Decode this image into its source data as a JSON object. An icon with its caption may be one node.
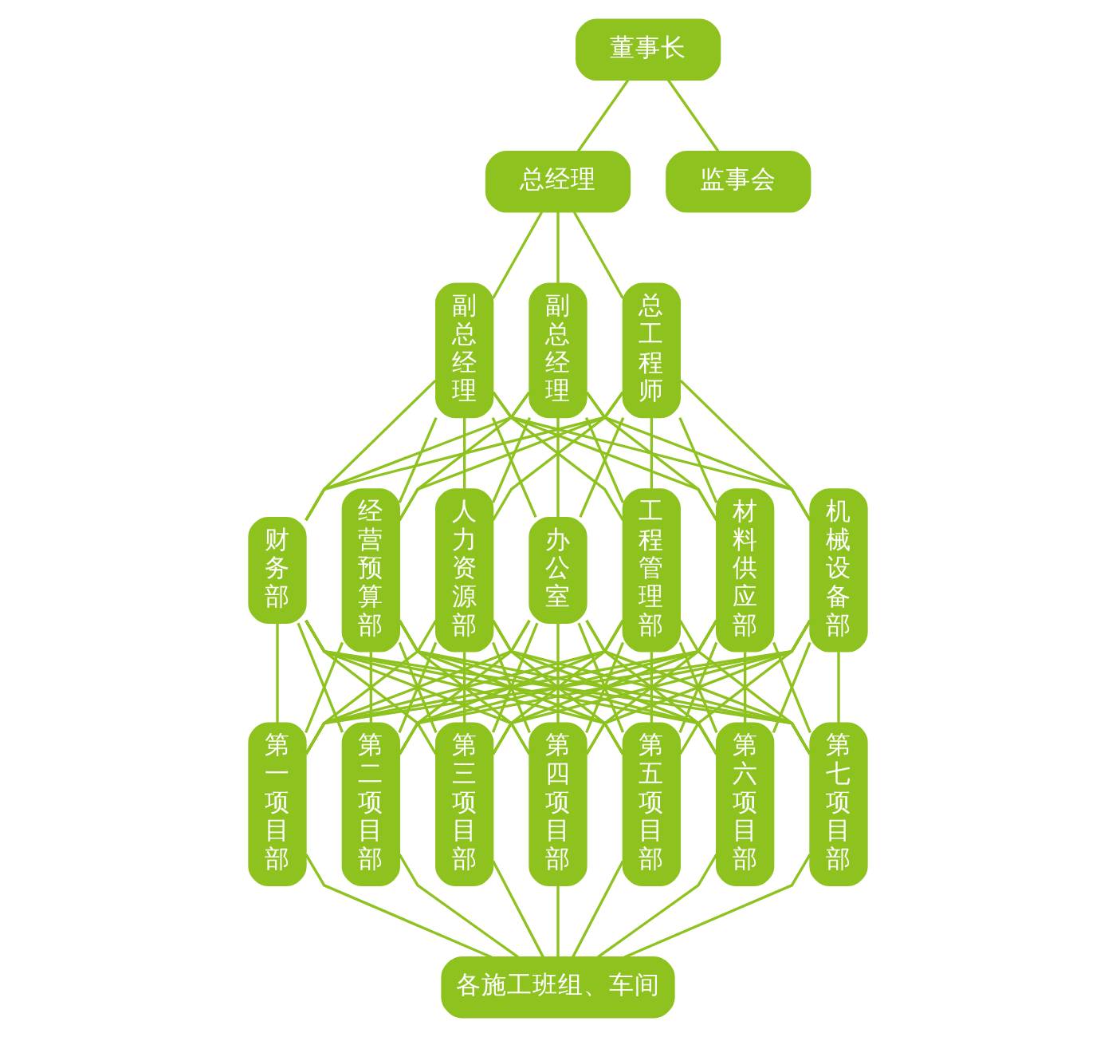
{
  "diagram": {
    "nodes": [
      {
        "text": [
          "董事长"
        ]
      },
      {
        "text": [
          "监事会"
        ]
      },
      {
        "text": [
          "总经理"
        ]
      },
      {
        "text": [
          "副总经理"
        ]
      },
      {
        "text": [
          "副总经理"
        ]
      },
      {
        "text": [
          "总工程师"
        ]
      },
      {
        "text": [
          "财务部"
        ]
      },
      {
        "text": [
          "经营预算部"
        ]
      },
      {
        "text": [
          "人力资源部"
        ]
      },
      {
        "text": [
          "办公室"
        ]
      },
      {
        "text": [
          "工程管理部"
        ]
      },
      {
        "text": [
          "材料供应部"
        ]
      },
      {
        "text": [
          "机械设备部"
        ]
      },
      {
        "text": [
          "第一项目部"
        ]
      },
      {
        "text": [
          "第二项目部"
        ]
      },
      {
        "text": [
          "第三项目部"
        ]
      },
      {
        "text": [
          "第四项目部"
        ]
      },
      {
        "text": [
          "第五项目部"
        ]
      },
      {
        "text": [
          "第六项目部"
        ]
      },
      {
        "text": [
          "第七项目部"
        ]
      },
      {
        "text": [
          "各施工班组、车间"
        ]
      }
    ],
    "edges": [
      {
        "from": 0,
        "to": 2,
        "arrow": "none"
      },
      {
        "from": 0,
        "to": 1,
        "arrow": "none"
      },
      {
        "from": 2,
        "to": 3,
        "arrow": "none"
      },
      {
        "from": 2,
        "to": 4,
        "arrow": "none"
      },
      {
        "from": 2,
        "to": 5,
        "arrow": "none"
      },
      {
        "from": 3,
        "to": 6,
        "arrow": "none"
      },
      {
        "from": 3,
        "to": 7,
        "arrow": "none"
      },
      {
        "from": 3,
        "to": 8,
        "arrow": "none"
      },
      {
        "from": 3,
        "to": 9,
        "arrow": "none"
      },
      {
        "from": 3,
        "to": 10,
        "arrow": "none"
      },
      {
        "from": 3,
        "to": 11,
        "arrow": "none"
      },
      {
        "from": 3,
        "to": 12,
        "arrow": "none"
      },
      {
        "from": 4,
        "to": 6,
        "arrow": "none"
      },
      {
        "from": 4,
        "to": 7,
        "arrow": "none"
      },
      {
        "from": 4,
        "to": 8,
        "arrow": "none"
      },
      {
        "from": 4,
        "to": 9,
        "arrow": "none"
      },
      {
        "from": 4,
        "to": 10,
        "arrow": "none"
      },
      {
        "from": 4,
        "to": 11,
        "arrow": "none"
      },
      {
        "from": 4,
        "to": 12,
        "arrow": "none"
      },
      {
        "from": 5,
        "to": 6,
        "arrow": "none"
      },
      {
        "from": 5,
        "to": 7,
        "arrow": "none"
      },
      {
        "from": 5,
        "to": 8,
        "arrow": "none"
      },
      {
        "from": 5,
        "to": 9,
        "arrow": "none"
      },
      {
        "from": 5,
        "to": 10,
        "arrow": "none"
      },
      {
        "from": 5,
        "to": 11,
        "arrow": "none"
      },
      {
        "from": 5,
        "to": 12,
        "arrow": "none"
      },
      {
        "from": 6,
        "to": 13,
        "arrow": "none"
      },
      {
        "from": 6,
        "to": 14,
        "arrow": "none"
      },
      {
        "from": 6,
        "to": 15,
        "arrow": "none"
      },
      {
        "from": 6,
        "to": 16,
        "arrow": "none"
      },
      {
        "from": 6,
        "to": 17,
        "arrow": "none"
      },
      {
        "from": 6,
        "to": 18,
        "arrow": "none"
      },
      {
        "from": 6,
        "to": 19,
        "arrow": "none"
      },
      {
        "from": 7,
        "to": 13,
        "arrow": "none"
      },
      {
        "from": 7,
        "to": 14,
        "arrow": "none"
      },
      {
        "from": 7,
        "to": 15,
        "arrow": "none"
      },
      {
        "from": 7,
        "to": 16,
        "arrow": "none"
      },
      {
        "from": 7,
        "to": 17,
        "arrow": "none"
      },
      {
        "from": 7,
        "to": 18,
        "arrow": "none"
      },
      {
        "from": 7,
        "to": 19,
        "arrow": "none"
      },
      {
        "from": 8,
        "to": 13,
        "arrow": "none"
      },
      {
        "from": 8,
        "to": 14,
        "arrow": "none"
      },
      {
        "from": 8,
        "to": 15,
        "arrow": "none"
      },
      {
        "from": 8,
        "to": 16,
        "arrow": "none"
      },
      {
        "from": 8,
        "to": 17,
        "arrow": "none"
      },
      {
        "from": 8,
        "to": 18,
        "arrow": "none"
      },
      {
        "from": 8,
        "to": 19,
        "arrow": "none"
      },
      {
        "from": 9,
        "to": 13,
        "arrow": "none"
      },
      {
        "from": 9,
        "to": 14,
        "arrow": "none"
      },
      {
        "from": 9,
        "to": 15,
        "arrow": "none"
      },
      {
        "from": 9,
        "to": 16,
        "arrow": "none"
      },
      {
        "from": 9,
        "to": 17,
        "arrow": "none"
      },
      {
        "from": 9,
        "to": 18,
        "arrow": "none"
      },
      {
        "from": 9,
        "to": 19,
        "arrow": "none"
      },
      {
        "from": 10,
        "to": 13,
        "arrow": "none"
      },
      {
        "from": 10,
        "to": 14,
        "arrow": "none"
      },
      {
        "from": 10,
        "to": 15,
        "arrow": "none"
      },
      {
        "from": 10,
        "to": 16,
        "arrow": "none"
      },
      {
        "from": 10,
        "to": 17,
        "arrow": "none"
      },
      {
        "from": 10,
        "to": 18,
        "arrow": "none"
      },
      {
        "from": 10,
        "to": 19,
        "arrow": "none"
      },
      {
        "from": 11,
        "to": 13,
        "arrow": "none"
      },
      {
        "from": 11,
        "to": 14,
        "arrow": "none"
      },
      {
        "from": 11,
        "to": 15,
        "arrow": "none"
      },
      {
        "from": 11,
        "to": 16,
        "arrow": "none"
      },
      {
        "from": 11,
        "to": 17,
        "arrow": "none"
      },
      {
        "from": 11,
        "to": 18,
        "arrow": "none"
      },
      {
        "from": 11,
        "to": 19,
        "arrow": "none"
      },
      {
        "from": 12,
        "to": 13,
        "arrow": "none"
      },
      {
        "from": 12,
        "to": 14,
        "arrow": "none"
      },
      {
        "from": 12,
        "to": 15,
        "arrow": "none"
      },
      {
        "from": 12,
        "to": 16,
        "arrow": "none"
      },
      {
        "from": 12,
        "to": 17,
        "arrow": "none"
      },
      {
        "from": 12,
        "to": 18,
        "arrow": "none"
      },
      {
        "from": 12,
        "to": 19,
        "arrow": "none"
      },
      {
        "from": 13,
        "to": 20,
        "arrow": "none"
      },
      {
        "from": 14,
        "to": 20,
        "arrow": "none"
      },
      {
        "from": 15,
        "to": 20,
        "arrow": "none"
      },
      {
        "from": 16,
        "to": 20,
        "arrow": "none"
      },
      {
        "from": 17,
        "to": 20,
        "arrow": "none"
      },
      {
        "from": 18,
        "to": 20,
        "arrow": "none"
      },
      {
        "from": 19,
        "to": 20,
        "arrow": "none"
      }
    ]
  }
}
